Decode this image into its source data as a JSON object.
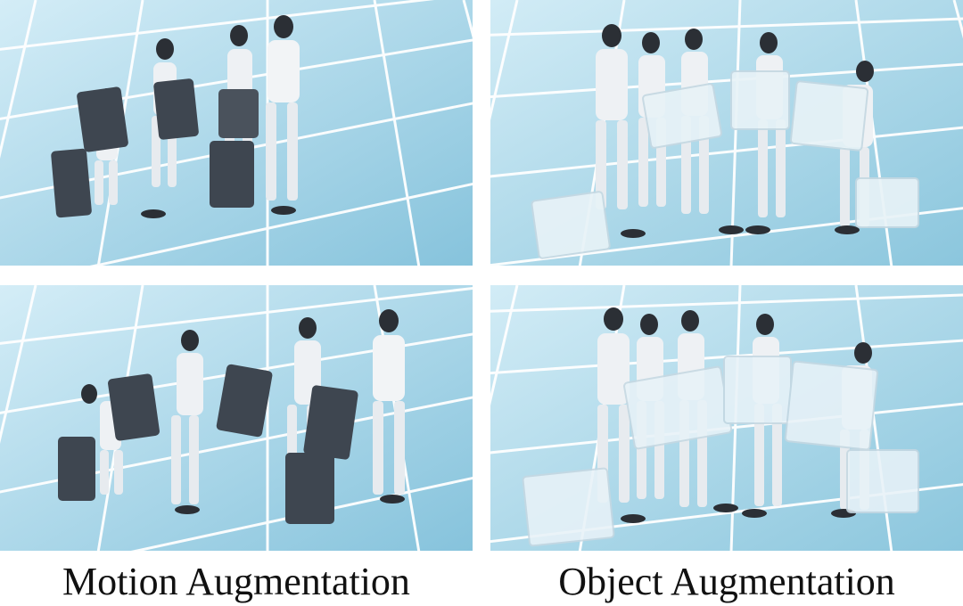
{
  "captions": {
    "left": "Motion Augmentation",
    "right": "Object Augmentation"
  },
  "colors": {
    "floor_light": "#c9e6f2",
    "floor_dark": "#8cc7de",
    "grid_line": "#ffffff",
    "robot_body": "#eef1f4",
    "robot_joint": "#2b2f35",
    "suitcase": "#3e4650",
    "container": "#e8f2f7"
  },
  "panels": [
    {
      "id": "motion-top",
      "scene": "robots-carrying-suitcases",
      "object": "suitcase",
      "robot_count": 4
    },
    {
      "id": "object-top",
      "scene": "robots-carrying-containers",
      "object": "container",
      "robot_count": 5
    },
    {
      "id": "motion-bottom",
      "scene": "robots-carrying-suitcases",
      "object": "suitcase",
      "robot_count": 4
    },
    {
      "id": "object-bottom",
      "scene": "robots-carrying-containers",
      "object": "container",
      "robot_count": 5
    }
  ]
}
